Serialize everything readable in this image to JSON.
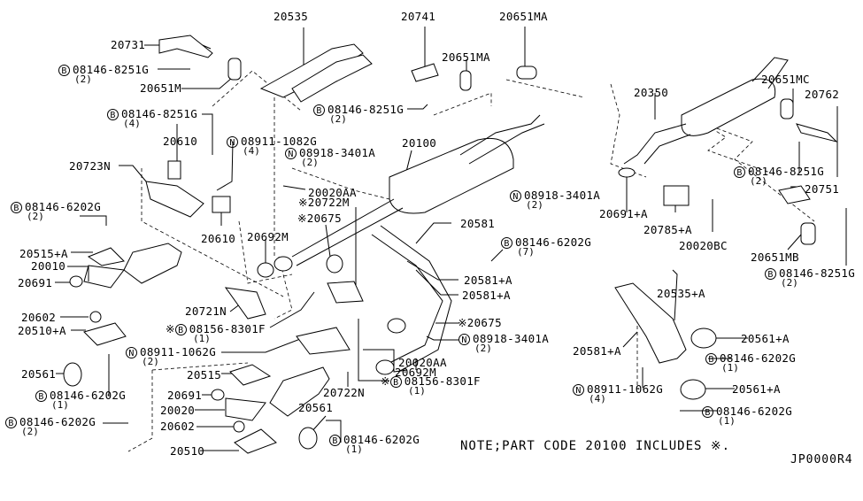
{
  "diagram": {
    "title": "Exhaust Tube & Muffler parts diagram",
    "note": "NOTE;PART CODE 20100 INCLUDES ※.",
    "diagram_code": "JP0000R4",
    "mark_symbol": "※",
    "callout_letters": {
      "bolt": "B",
      "nut": "N"
    },
    "labels": [
      {
        "id": "l1",
        "text": "20731"
      },
      {
        "id": "l2",
        "prefix": "B",
        "text": "08146-8251G",
        "qty": "(2)"
      },
      {
        "id": "l3",
        "text": "20651M"
      },
      {
        "id": "l4",
        "text": "20535"
      },
      {
        "id": "l5",
        "text": "20741"
      },
      {
        "id": "l6",
        "text": "20651MA"
      },
      {
        "id": "l7",
        "text": "20651MA"
      },
      {
        "id": "l8",
        "prefix": "B",
        "text": "08146-8251G",
        "qty": "(2)"
      },
      {
        "id": "l9",
        "prefix": "B",
        "text": "08146-8251G",
        "qty": "(4)"
      },
      {
        "id": "l10",
        "prefix": "N",
        "text": "08911-1082G",
        "qty": "(4)"
      },
      {
        "id": "l11",
        "text": "20610"
      },
      {
        "id": "l12",
        "text": "20723N"
      },
      {
        "id": "l13",
        "prefix": "N",
        "text": "08918-3401A",
        "qty": "(2)"
      },
      {
        "id": "l14",
        "text": "20100"
      },
      {
        "id": "l15",
        "text": "20020AA"
      },
      {
        "id": "l16",
        "mark": true,
        "text": "20722M"
      },
      {
        "id": "l17",
        "mark": true,
        "text": "20675"
      },
      {
        "id": "l18",
        "text": "20692M"
      },
      {
        "id": "l19",
        "text": "20610"
      },
      {
        "id": "l20",
        "prefix": "B",
        "text": "08146-6202G",
        "qty": "(2)"
      },
      {
        "id": "l21",
        "text": "20515+A"
      },
      {
        "id": "l22",
        "text": "20010"
      },
      {
        "id": "l23",
        "text": "20691"
      },
      {
        "id": "l24",
        "text": "20602"
      },
      {
        "id": "l25",
        "text": "20510+A"
      },
      {
        "id": "l26",
        "text": "20721N"
      },
      {
        "id": "l27",
        "mark": true,
        "prefix": "B",
        "text": "08156-8301F",
        "qty": "(1)"
      },
      {
        "id": "l28",
        "prefix": "N",
        "text": "08911-1062G",
        "qty": "(2)"
      },
      {
        "id": "l29",
        "text": "20561"
      },
      {
        "id": "l30",
        "prefix": "B",
        "text": "08146-6202G",
        "qty": "(1)"
      },
      {
        "id": "l31",
        "prefix": "B",
        "text": "08146-6202G",
        "qty": "(2)"
      },
      {
        "id": "l32",
        "text": "20515"
      },
      {
        "id": "l33",
        "text": "20691"
      },
      {
        "id": "l34",
        "text": "20020"
      },
      {
        "id": "l35",
        "text": "20602"
      },
      {
        "id": "l36",
        "text": "20510"
      },
      {
        "id": "l37",
        "text": "20722N"
      },
      {
        "id": "l38",
        "text": "20561"
      },
      {
        "id": "l39",
        "prefix": "B",
        "text": "08146-6202G",
        "qty": "(1)"
      },
      {
        "id": "l40",
        "text": "20581"
      },
      {
        "id": "l41",
        "prefix": "B",
        "text": "08146-6202G",
        "qty": "(7)"
      },
      {
        "id": "l42",
        "text": "20581+A"
      },
      {
        "id": "l43",
        "text": "20581+A"
      },
      {
        "id": "l44",
        "mark": true,
        "text": "20675"
      },
      {
        "id": "l45",
        "prefix": "N",
        "text": "08918-3401A",
        "qty": "(2)"
      },
      {
        "id": "l46",
        "text": "20020AA"
      },
      {
        "id": "l47",
        "text": "20692M"
      },
      {
        "id": "l48",
        "mark": true,
        "prefix": "B",
        "text": "08156-8301F",
        "qty": "(1)"
      },
      {
        "id": "l49",
        "prefix": "N",
        "text": "08918-3401A",
        "qty": "(2)"
      },
      {
        "id": "l50",
        "text": "20350"
      },
      {
        "id": "l51",
        "text": "20651MC"
      },
      {
        "id": "l52",
        "text": "20762"
      },
      {
        "id": "l53",
        "prefix": "B",
        "text": "08146-8251G",
        "qty": "(2)"
      },
      {
        "id": "l54",
        "text": "20751"
      },
      {
        "id": "l55",
        "text": "20691+A"
      },
      {
        "id": "l56",
        "text": "20785+A"
      },
      {
        "id": "l57",
        "text": "20020BC"
      },
      {
        "id": "l58",
        "text": "20651MB"
      },
      {
        "id": "l59",
        "prefix": "B",
        "text": "08146-8251G",
        "qty": "(2)"
      },
      {
        "id": "l60",
        "text": "20535+A"
      },
      {
        "id": "l61",
        "text": "20581+A"
      },
      {
        "id": "l62",
        "text": "20561+A"
      },
      {
        "id": "l63",
        "prefix": "B",
        "text": "08146-6202G",
        "qty": "(1)"
      },
      {
        "id": "l64",
        "prefix": "N",
        "text": "08911-1062G",
        "qty": "(4)"
      },
      {
        "id": "l65",
        "text": "20561+A"
      },
      {
        "id": "l66",
        "prefix": "B",
        "text": "08146-6202G",
        "qty": "(1)"
      }
    ]
  }
}
